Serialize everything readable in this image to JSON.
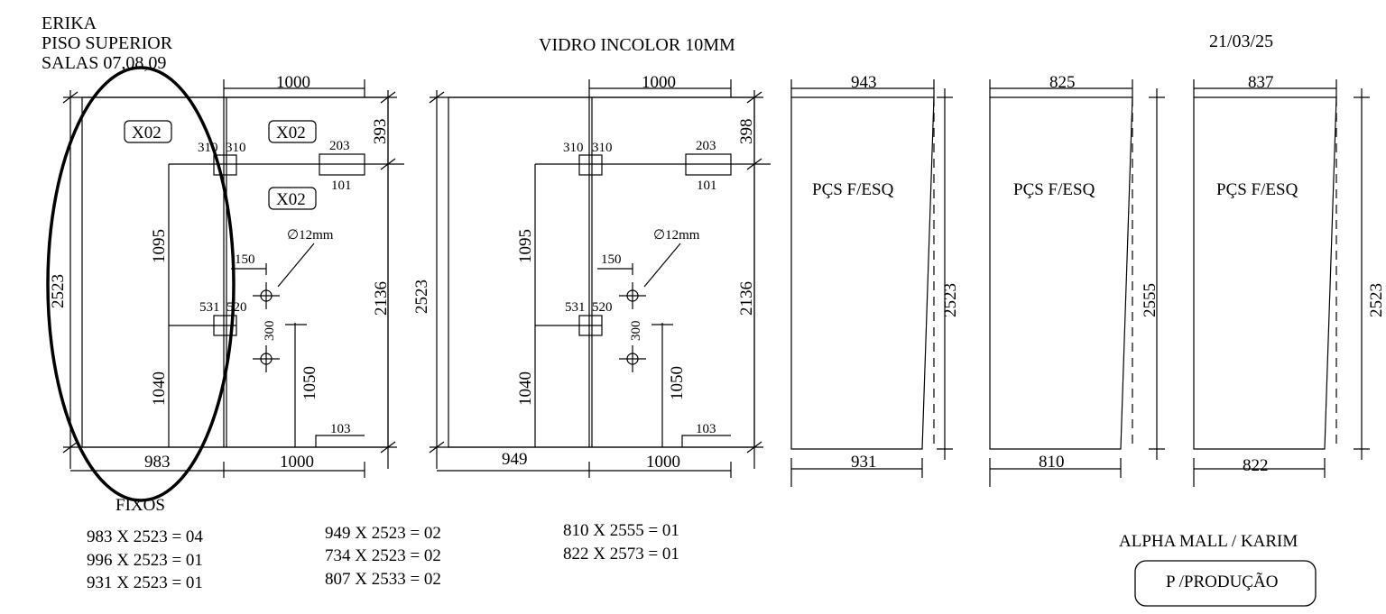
{
  "header": {
    "client": "ERIKA",
    "floor": "PISO SUPERIOR",
    "rooms": "SALAS 07,08,09",
    "material": "VIDRO INCOLOR 10MM",
    "date": "21/03/25"
  },
  "drawing1": {
    "width_top": "1000",
    "x02_a": "X02",
    "x02_b": "X02",
    "x02_c": "X02",
    "d310a": "310",
    "d310b": "310",
    "d203": "203",
    "d101": "101",
    "d393": "393",
    "d1095": "1095",
    "d2523": "2523",
    "d2136": "2136",
    "d12mm": "∅12mm",
    "d150": "150",
    "d531": "531",
    "d520": "520",
    "d300": "300",
    "d1040": "1040",
    "d1050": "1050",
    "d103": "103",
    "d983": "983",
    "d1000b": "1000"
  },
  "drawing2": {
    "width_top": "1000",
    "d310a": "310",
    "d310b": "310",
    "d203": "203",
    "d101": "101",
    "d398": "398",
    "d1095": "1095",
    "d2523": "2523",
    "d2136": "2136",
    "d12mm": "∅12mm",
    "d150": "150",
    "d531": "531",
    "d520": "520",
    "d300": "300",
    "d1040": "1040",
    "d1050": "1050",
    "d103": "103",
    "d949": "949",
    "d1000b": "1000"
  },
  "panels": [
    {
      "top": "943",
      "label": "PÇS F/ESQ",
      "height": "2523",
      "bottom": "931"
    },
    {
      "top": "825",
      "label": "PÇS F/ESQ",
      "height": "2555",
      "bottom": "810"
    },
    {
      "top": "837",
      "label": "PÇS F/ESQ",
      "height": "2523",
      "bottom": "822"
    }
  ],
  "fixos": {
    "title": "FIXOS",
    "col1": [
      "983 X 2523 = 04",
      "996 X 2523 = 01",
      "931 X 2523 = 01"
    ],
    "col2": [
      "949 X 2523 = 02",
      "734 X 2523 = 02",
      "807 X 2533 = 02"
    ],
    "col3": [
      "810 X 2555 = 01",
      "822 X 2573 = 01"
    ]
  },
  "footer": {
    "project": "ALPHA MALL / KARIM",
    "stamp": "P /PRODUÇÃO"
  }
}
